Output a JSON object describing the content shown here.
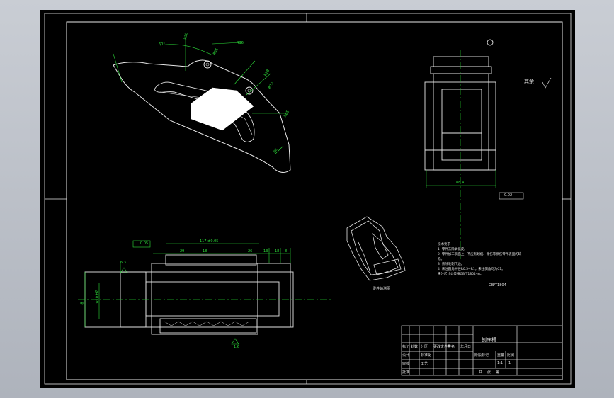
{
  "colors": {
    "window_bg": "#b9bdc5",
    "sheet_bg": "#000000",
    "line_white": "#e6e6e6",
    "dimension_green": "#2de03a",
    "center_green": "#22c02a",
    "section_fill": "#ffffff"
  },
  "drawing": {
    "title_block": {
      "title": "刨床槽",
      "scale": "1:1",
      "sheet": "1",
      "cell_labels": [
        "标记",
        "处数",
        "分区",
        "更改文件号",
        "签名",
        "年月日",
        "设计",
        "标准化",
        "阶段标记",
        "重量",
        "比例",
        "审核",
        "工艺",
        "批准",
        "共",
        "张",
        "第"
      ]
    },
    "roughness_note": "其余",
    "tech_requirements": {
      "heading": "技术要求",
      "items": [
        "1. 零件去除氧化皮。",
        "2. 零件加工表面上，不应有划痕、擦伤等损伤零件表面的缺陷。",
        "3. 去除毛刺飞边。",
        "4. 未注圆角半径R0.5~R1，未注倒角均为C1。",
        "未注尺寸公差按GB/T1804-m。"
      ],
      "standard_ref": "GB/T1804"
    },
    "iso_caption": "零件轴测图",
    "dimensions": {
      "top_view": [
        "117 ±0.05",
        "29",
        "18",
        "26",
        "13",
        "18",
        "8"
      ],
      "left_height": "8",
      "left_dia": "Φ10 H7",
      "roughness_left": "6.3",
      "roughness_bottom": "1.6",
      "datum_box": "0.05",
      "right_width": "88.4",
      "right_box": "0.02",
      "front_dims": [
        "R30",
        "R55",
        "R36",
        "R28",
        "R70",
        "R65",
        "R8",
        "60°"
      ]
    }
  }
}
